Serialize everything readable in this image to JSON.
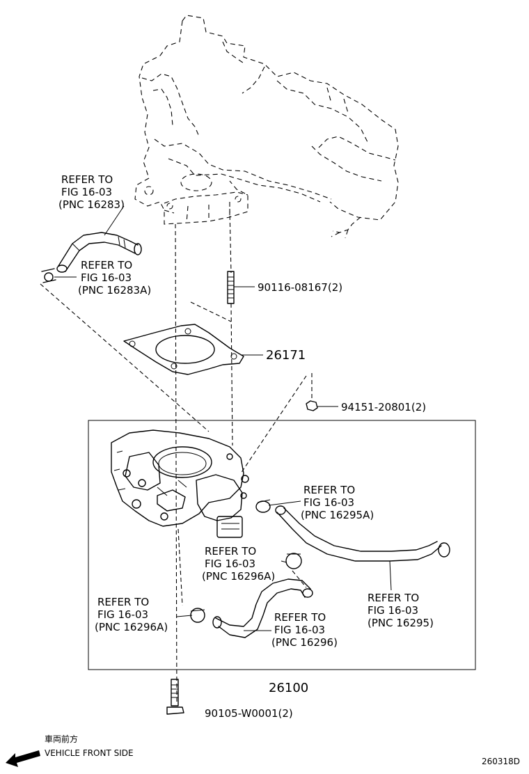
{
  "labels": {
    "refer_16283": [
      "REFER TO",
      "FIG 16-03",
      "(PNC 16283)"
    ],
    "refer_16283a": [
      "REFER TO",
      "FIG 16-03",
      "(PNC 16283A)"
    ],
    "stud": "90116-08167(2)",
    "gasket": "26171",
    "nut": "94151-20801(2)",
    "refer_16295a": [
      "REFER TO",
      "FIG 16-03",
      "(PNC 16295A)"
    ],
    "refer_16296a_upper": [
      "REFER TO",
      "FIG 16-03",
      "(PNC 16296A)"
    ],
    "refer_16296a_lower": [
      "REFER TO",
      "FIG 16-03",
      "(PNC 16296A)"
    ],
    "refer_16296": [
      "REFER TO",
      "FIG 16-03",
      "(PNC 16296)"
    ],
    "refer_16295": [
      "REFER TO",
      "FIG 16-03",
      "(PNC 16295)"
    ],
    "throttle_body": "26100",
    "bolt": "90105-W0001(2)"
  },
  "footer": {
    "direction_jp": "車両前方",
    "direction_en": "VEHICLE FRONT SIDE",
    "diagram_id": "260318D"
  },
  "icons": {
    "direction": "arrow-left-icon"
  }
}
